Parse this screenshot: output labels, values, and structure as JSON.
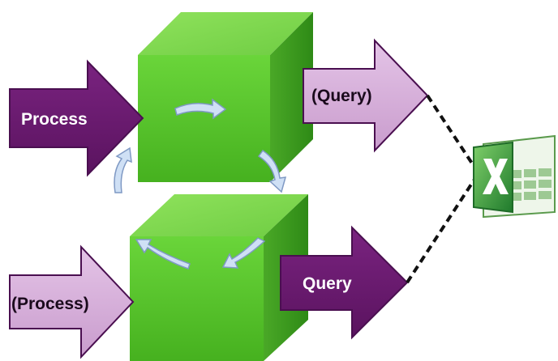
{
  "diagram": {
    "top_input_arrow": {
      "label": "Process",
      "style": "solid"
    },
    "top_output_arrow": {
      "label": "(Query)",
      "style": "light"
    },
    "bottom_input_arrow": {
      "label": "(Process)",
      "style": "light"
    },
    "bottom_output_arrow": {
      "label": "Query",
      "style": "solid"
    },
    "cubes": [
      "upper-cube",
      "lower-cube"
    ],
    "connectors": {
      "style": "dashed",
      "color": "#111111"
    },
    "target_icon": "spreadsheet-app-icon"
  },
  "colors": {
    "dark_purple": "#6a1b6f",
    "light_purple": "#d9b3dd",
    "arrow_outline": "#4a0f50",
    "cube_front": "#58c62f",
    "cube_top": "#7fd94f",
    "cube_side": "#3c9a1f",
    "flow_arrow": "#cfe0f5",
    "flow_arrow_stroke": "#7f99c4",
    "excel_green": "#2f8f3a"
  }
}
